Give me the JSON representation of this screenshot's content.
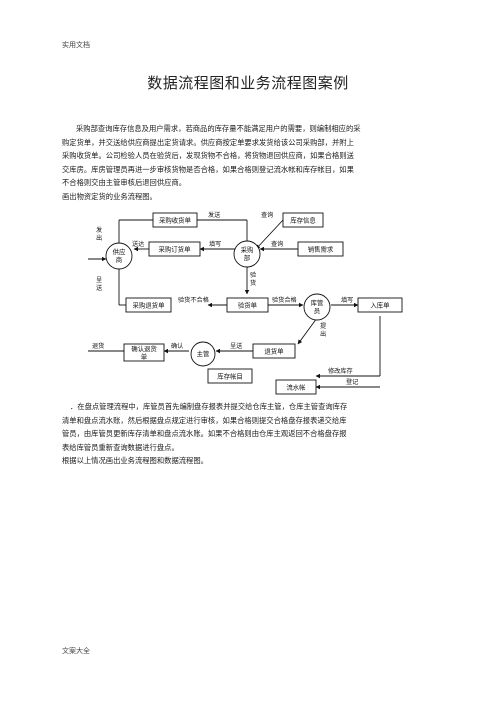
{
  "header": "实用文档",
  "footer": "文案大全",
  "title": "数据流程图和业务流程图案例",
  "para1": [
    "采购部查询库存信息及用户需求，若商品的库存量不能满足用户的需要，则编制相应的采",
    "购定货单，并交送给供应商提出定货请求。供应商按定单要求发货给该公司采购部，并附上",
    "采购收货单。公司检验人员在验货后，发现货物不合格，将货物退回供应商，如果合格则送",
    "交库房。库房管理员再进一步审核货物是否合格，如果合格则登记流水帐和库存帐目，如果",
    "不合格则交由主管审核后退回供应商。",
    "画出物资定货的业务流程图。"
  ],
  "para2": [
    "．在盘点管理流程中，库管员首先编制盘存报表并提交给仓库主管，仓库主管查询库存",
    "清单和盘点流水账，然后根据盘点规定进行审核，如果合格则提交合格盘存报表递交给库",
    "管员，由库管员更新库存清单和盘点流水账。如果不合格则由仓库主观返回不合格盘存报",
    "表给库管员重新查询数据进行盘点。",
    "根据以上情况画出业务流程图和数据流程图。"
  ],
  "flow": {
    "purchase_receipt": "采购收货单",
    "inventory_info": "库存信息",
    "purchase_order": "采购订货单",
    "sales_demand": "销售需求",
    "supplier_l1": "供应",
    "supplier_l2": "商",
    "purchasing_l1": "采购",
    "purchasing_l2": "部",
    "purchase_return": "采购退货单",
    "inspection_slip": "验货单",
    "keeper_l1": "库管",
    "keeper_l2": "员",
    "warehouse_slip": "入库单",
    "confirm_return_l1": "确认退货",
    "confirm_return_l2": "单",
    "manager": "主管",
    "return_slip": "退货单",
    "inventory_account": "库存帐目",
    "journal": "流水帐",
    "lbl_ship": "发送",
    "lbl_query1": "查询",
    "lbl_issue_1": "发",
    "lbl_issue_2": "出",
    "lbl_deliver": "送达",
    "lbl_fill1": "填写",
    "lbl_query2": "查询",
    "lbl_inspect_1": "验",
    "lbl_inspect_2": "货",
    "lbl_submit_1": "呈",
    "lbl_submit_2": "送",
    "lbl_fail": "验货不合格",
    "lbl_pass": "验货合格",
    "lbl_fill2": "填写",
    "lbl_raise_1": "提",
    "lbl_raise_2": "出",
    "lbl_return": "退货",
    "lbl_confirm": "确认",
    "lbl_submit3": "呈送",
    "lbl_update": "修改库存",
    "lbl_register": "登记"
  }
}
